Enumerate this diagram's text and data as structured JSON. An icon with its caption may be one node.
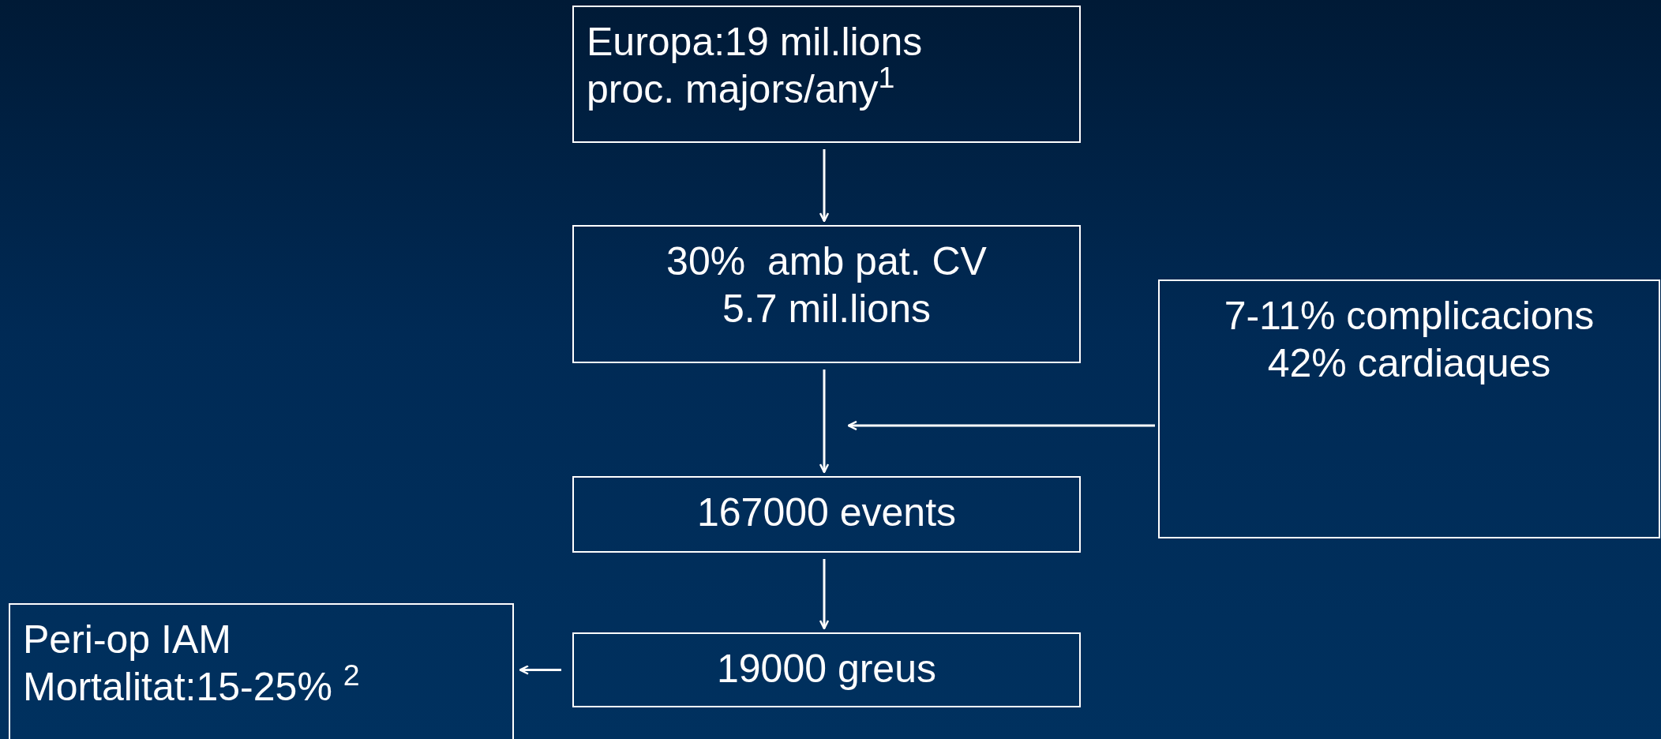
{
  "diagram": {
    "nodes": [
      {
        "text": [
          "Europa:19 mil.lions",
          "proc. majors/any$^{1}$"
        ]
      },
      {
        "text": [
          "30%  amb pat. CV",
          "5.7 mil.lions"
        ]
      },
      {
        "text": [
          "7-11% complicacions",
          "42% cardiaques"
        ]
      },
      {
        "text": [
          "167000 events"
        ]
      },
      {
        "text": [
          "19000 greus"
        ]
      },
      {
        "text": [
          "Peri-op IAM",
          "Mortalitat:15-25% $^{2}$"
        ]
      }
    ],
    "edges": [
      {
        "from": 0,
        "to": 1,
        "arrow": "to"
      },
      {
        "from": 1,
        "to": 3,
        "arrow": "to"
      },
      {
        "from": 2,
        "to": null,
        "arrow": "to"
      },
      {
        "from": 3,
        "to": 4,
        "arrow": "to"
      },
      {
        "from": 4,
        "to": 5,
        "arrow": "to"
      }
    ]
  }
}
